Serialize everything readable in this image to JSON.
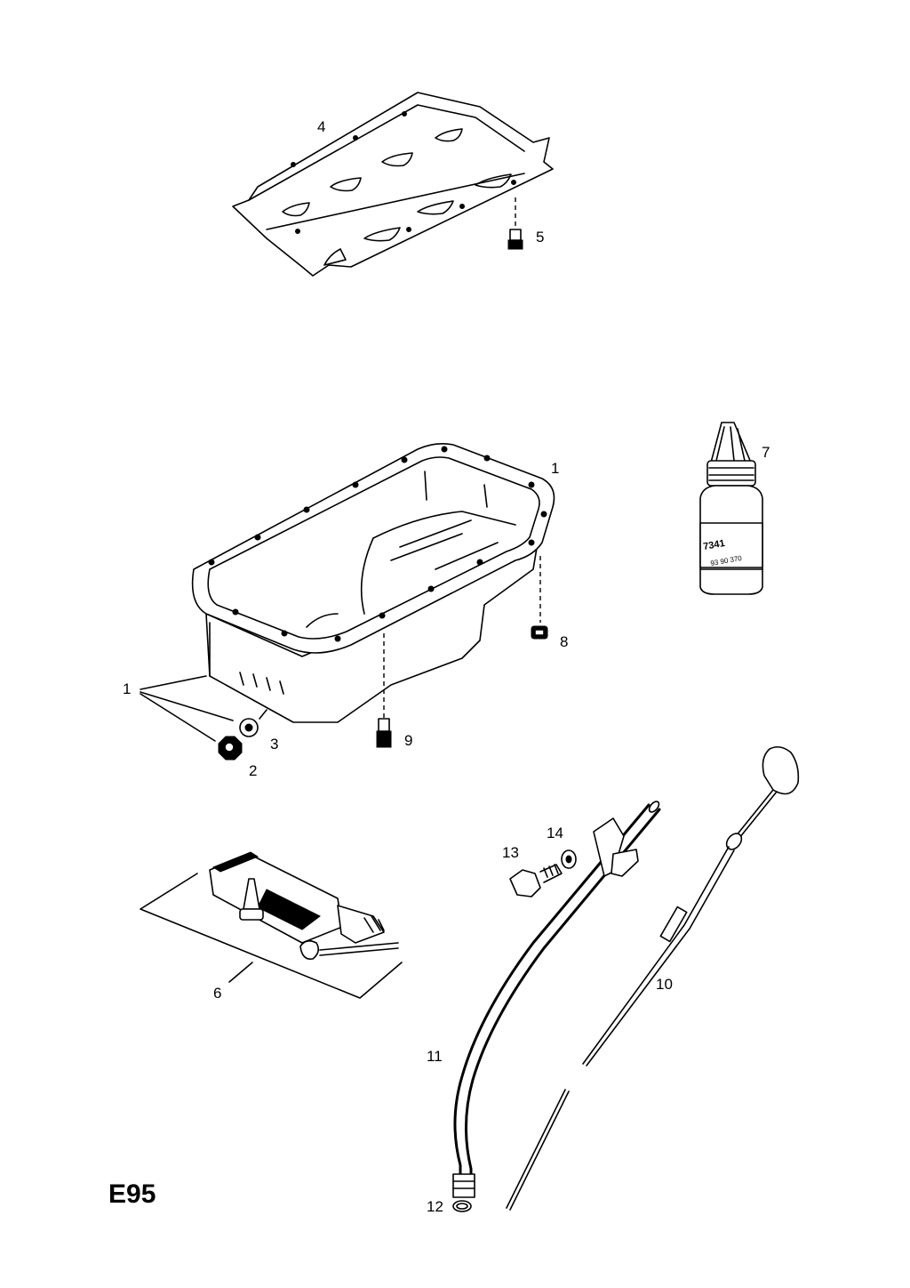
{
  "diagram": {
    "page_code": "E95",
    "callouts": {
      "c1a": "1",
      "c1b": "1",
      "c2": "2",
      "c3": "3",
      "c4": "4",
      "c5": "5",
      "c6": "6",
      "c7": "7",
      "c8": "8",
      "c9": "9",
      "c10": "10",
      "c11": "11",
      "c12": "12",
      "c13": "13",
      "c14": "14"
    },
    "bottle_label": {
      "line1": "7341",
      "line2": "93 90 370"
    }
  }
}
